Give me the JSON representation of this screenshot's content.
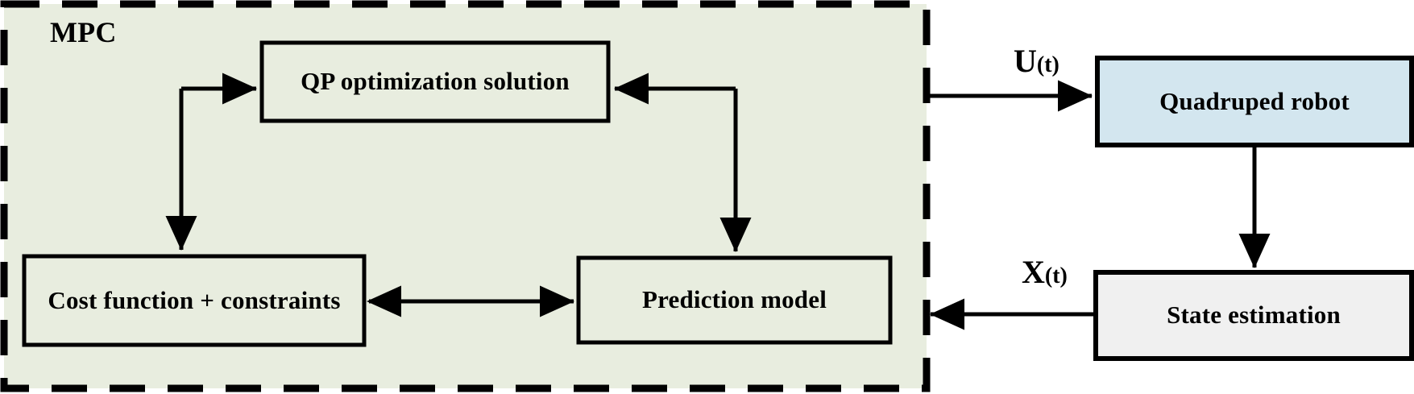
{
  "diagram": {
    "title_region": "MPC",
    "background": "#ffffff",
    "mpc_region": {
      "label": "MPC",
      "fill": "#e8eddf",
      "border_style": "dashed",
      "border_color": "#000000"
    },
    "blocks": [
      {
        "id": "qp",
        "label": "QP optimization solution",
        "fill": "#e8eddf",
        "border": "#000000"
      },
      {
        "id": "cost",
        "label": "Cost function + constraints",
        "fill": "#e8eddf",
        "border": "#000000"
      },
      {
        "id": "prediction",
        "label": "Prediction model",
        "fill": "#e8eddf",
        "border": "#000000"
      },
      {
        "id": "robot",
        "label": "Quadruped robot",
        "fill": "#d3e6ef",
        "border": "#000000"
      },
      {
        "id": "state",
        "label": "State estimation",
        "fill": "#f0f0f0",
        "border": "#000000"
      }
    ],
    "signals": [
      {
        "id": "u",
        "symbol": "U",
        "subscript": "(t)",
        "from": "mpc",
        "to": "robot"
      },
      {
        "id": "x",
        "symbol": "X",
        "subscript": "(t)",
        "from": "state",
        "to": "mpc"
      }
    ],
    "connections": [
      {
        "from": "cost",
        "to": "qp",
        "type": "elbow-arrow",
        "direction": "up-right"
      },
      {
        "from": "qp",
        "to": "cost",
        "type": "elbow-arrow",
        "direction": "left-down"
      },
      {
        "from": "prediction",
        "to": "qp",
        "type": "elbow-arrow",
        "direction": "up-left"
      },
      {
        "from": "qp",
        "to": "prediction",
        "type": "elbow-arrow",
        "direction": "right-down"
      },
      {
        "from": "cost",
        "to": "prediction",
        "type": "bidirectional-arrow"
      },
      {
        "from": "mpc",
        "to": "robot",
        "type": "arrow",
        "label": "U(t)"
      },
      {
        "from": "robot",
        "to": "state",
        "type": "arrow"
      },
      {
        "from": "state",
        "to": "mpc",
        "type": "arrow",
        "label": "X(t)"
      }
    ]
  }
}
